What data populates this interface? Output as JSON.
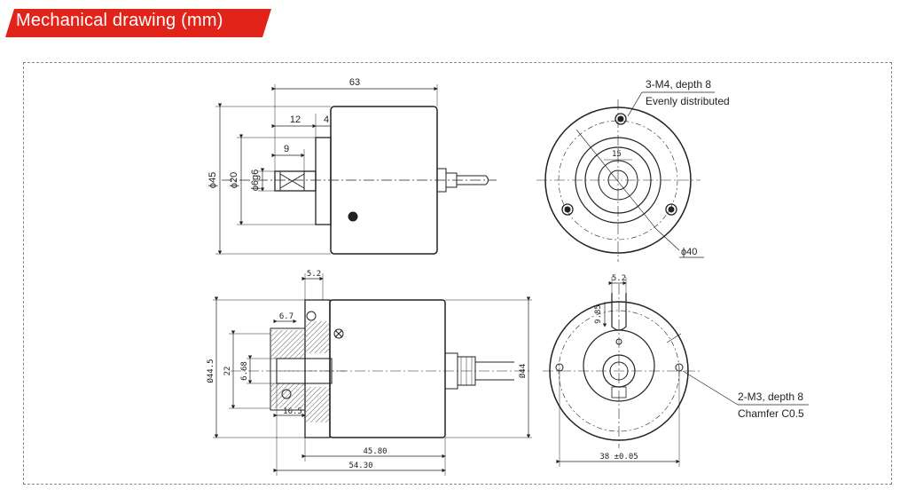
{
  "header": {
    "title": "Mechanical drawing (mm)",
    "accent_color": "#e2231a"
  },
  "views": {
    "top_side": {
      "length_total": "63",
      "length_12": "12",
      "length_4": "4",
      "length_9": "9",
      "dia_45": "ϕ45",
      "dia_20": "ϕ20",
      "dia_shaft": "ϕ6g6"
    },
    "top_front": {
      "hole_note_1": "3-M4, depth 8",
      "hole_note_2": "Evenly distributed",
      "dia_40": "ϕ40",
      "dim_15": "15"
    },
    "bottom_side": {
      "dim_5_2": "5.2",
      "dim_6_7": "6.7",
      "dia_44_5": "Ø44.5",
      "dim_22": "22",
      "dim_small": "6.68",
      "dim_16_5": "16.5",
      "dim_45_80": "45.80",
      "dim_54_30": "54.30"
    },
    "bottom_front": {
      "dim_5_2": "5.2",
      "dim_9_85": "9.85",
      "dia_44": "Ø44",
      "hole_note_1": "2-M3, depth 8",
      "hole_note_2": "Chamfer C0.5",
      "dim_38": "38 ±0.05"
    }
  }
}
